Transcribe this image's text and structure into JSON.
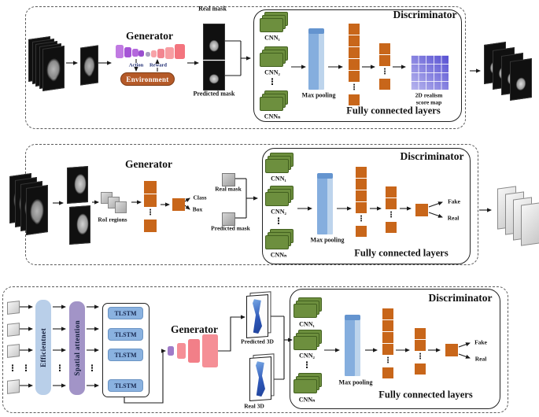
{
  "symbols": {
    "vdots": "⋮"
  },
  "colors": {
    "cnn_green": "#6d8f3e",
    "pooling_blue": "#85aede",
    "fc_orange": "#c8661a",
    "score_map_light": "#b8b6ee",
    "score_map_dark": "#564fd2",
    "environment_orange": "#b55a28",
    "generator_purple": "#a656d8",
    "generator_pink": "#f2838d",
    "efficientnet_blue": "#b9cfe9",
    "attention_purple": "#a294c7",
    "tlstm_blue": "#8ab2e0",
    "volume_blue": "#2d57b8"
  },
  "panels": [
    {
      "generator": {
        "label": "Generator",
        "action": "Action",
        "reward": "Reward",
        "environment": "Environment"
      },
      "real_mask": "Real mask",
      "predicted_mask": "Predicted mask",
      "discriminator": {
        "label": "Discriminator",
        "cnn": [
          "CNN₁",
          "CNN₂",
          "CNNₙ"
        ],
        "max_pooling": "Max pooling",
        "fully_connected": "Fully connected layers",
        "score_map": [
          "2D realism",
          "score map"
        ]
      }
    },
    {
      "generator": {
        "label": "Generator",
        "roi_regions": "RoI regions",
        "class_out": "Class",
        "box_out": "Box"
      },
      "real_mask": "Real mask",
      "predicted_mask": "Predicted mask",
      "discriminator": {
        "label": "Discriminator",
        "cnn": [
          "CNN₁",
          "CNN₂",
          "CNNₙ"
        ],
        "max_pooling": "Max pooling",
        "fully_connected": "Fully connected layers",
        "fake": "Fake",
        "real": "Real"
      }
    },
    {
      "pipeline": {
        "efficientnet": "Efficientnet",
        "spatial_attention": "Spatial attention",
        "tlstm": "TLSTM"
      },
      "generator": {
        "label": "Generator"
      },
      "predicted_3d": "Predicted 3D",
      "real_3d": "Real 3D",
      "discriminator": {
        "label": "Discriminator",
        "cnn": [
          "CNN₁",
          "CNN₂",
          "CNNₙ"
        ],
        "max_pooling": "Max pooling",
        "fully_connected": "Fully connected layers",
        "fake": "Fake",
        "real": "Real"
      }
    }
  ]
}
